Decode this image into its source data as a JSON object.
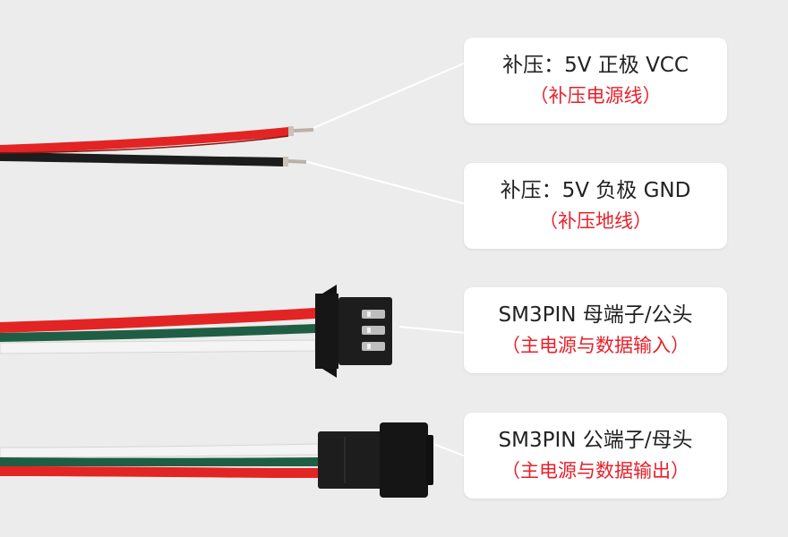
{
  "colors": {
    "background": "#ececec",
    "wire_red": "#e32424",
    "wire_black": "#1c1c1c",
    "wire_green": "#1f5e45",
    "wire_white": "#f4f4f4",
    "highlight_red": "#e8202a"
  },
  "callouts": [
    {
      "title": "补压：5V 正极 VCC",
      "subtitle": "（补压电源线）"
    },
    {
      "title": "补压：5V 负极 GND",
      "subtitle": "（补压地线）"
    },
    {
      "title": "SM3PIN 母端子/公头",
      "subtitle": "（主电源与数据输入）"
    },
    {
      "title": "SM3PIN 公端子/母头",
      "subtitle": "（主电源与数据输出）"
    }
  ]
}
